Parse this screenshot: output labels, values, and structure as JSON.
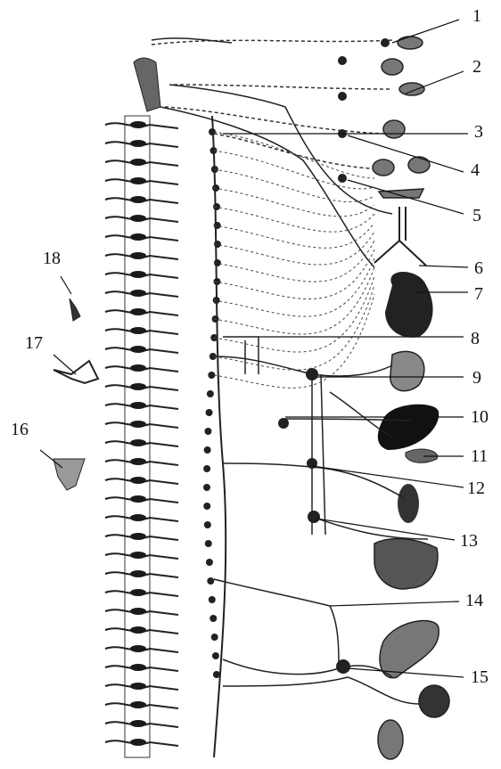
{
  "figure": {
    "labels": [
      "1",
      "2",
      "3",
      "4",
      "5",
      "6",
      "7",
      "8",
      "9",
      "10",
      "11",
      "12",
      "13",
      "14",
      "15",
      "16",
      "17",
      "18"
    ],
    "colors": {
      "ink": "#111111",
      "paper": "#ffffff",
      "organ_dark": "#1a1a1a",
      "organ_mid": "#555555"
    }
  }
}
